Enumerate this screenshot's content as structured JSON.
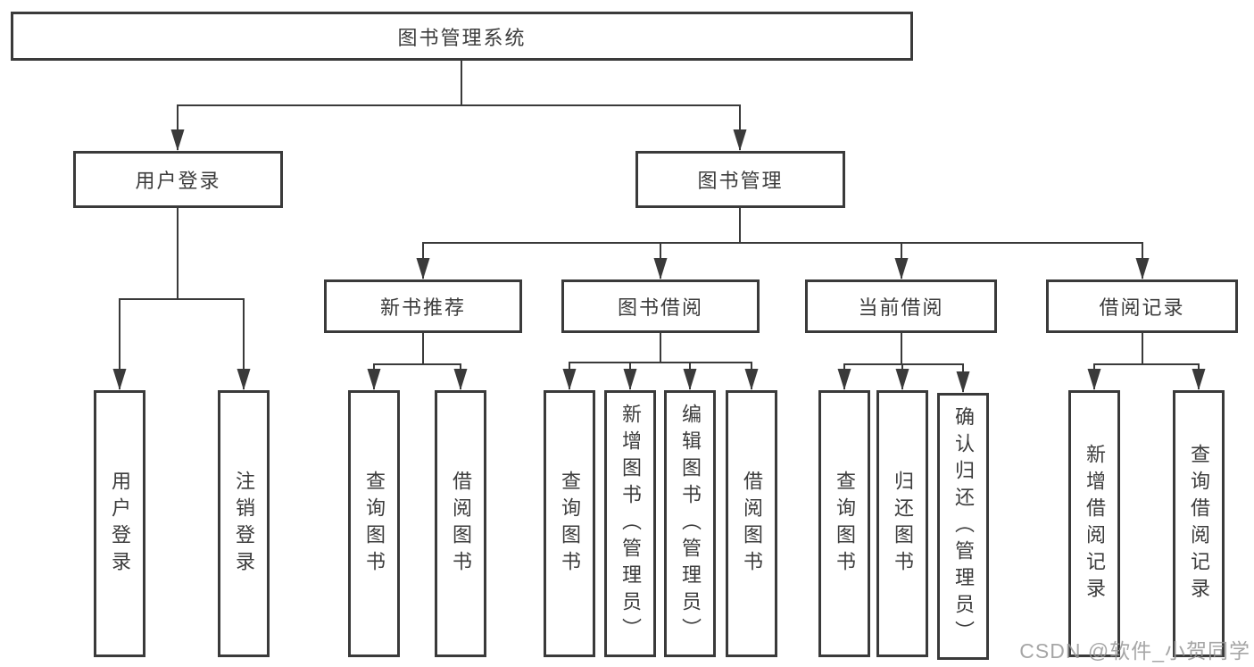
{
  "diagram": {
    "title": "图书管理系统",
    "branches": [
      {
        "label": "用户登录",
        "children": [
          {
            "label": "用户登录"
          },
          {
            "label": "注销登录"
          }
        ]
      },
      {
        "label": "图书管理",
        "children": [
          {
            "label": "新书推荐",
            "children": [
              {
                "label": "查询图书"
              },
              {
                "label": "借阅图书"
              }
            ]
          },
          {
            "label": "图书借阅",
            "children": [
              {
                "label": "查询图书"
              },
              {
                "label": "新增图书（管理员）"
              },
              {
                "label": "编辑图书（管理员）"
              },
              {
                "label": "借阅图书"
              }
            ]
          },
          {
            "label": "当前借阅",
            "children": [
              {
                "label": "查询图书"
              },
              {
                "label": "归还图书"
              },
              {
                "label": "确认归还（管理员）"
              }
            ]
          },
          {
            "label": "借阅记录",
            "children": [
              {
                "label": "新增借阅记录"
              },
              {
                "label": "查询借阅记录"
              }
            ]
          }
        ]
      }
    ]
  },
  "watermark": {
    "text": "CSDN @软件_小贺同学"
  },
  "colors": {
    "line": "#3a3a3a",
    "text": "#3c3c3c",
    "watermark": "#969696",
    "background": "#ffffff"
  }
}
